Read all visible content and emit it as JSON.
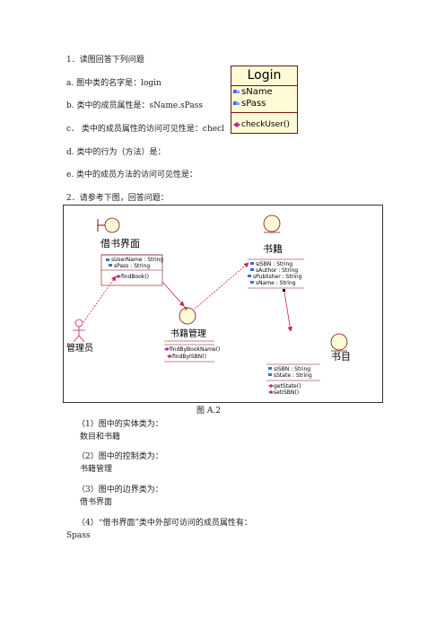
{
  "q1": {
    "title": "1．读图回答下列问题",
    "a": "a.    图中类的名字是：login",
    "b": "b.    类中的成员属性是：sName.sPass",
    "c": "c．  类中的成员属性的访问可见性是：checl",
    "d": "d.    类中的行为（方法）是：",
    "e": "e.    类中的成员方法的访问可见性是："
  },
  "login_class": {
    "name": "Login",
    "attributes": [
      "sName",
      "sPass"
    ],
    "operations": [
      "checkUser()"
    ]
  },
  "q2": {
    "title": "2．请参考下图，回答问题："
  },
  "figure": {
    "caption": "图 A.2",
    "boundary": {
      "name": "借书界面",
      "attributes": [
        "sUserName : String",
        "sPass : String"
      ],
      "operations": [
        "findBook()"
      ]
    },
    "control": {
      "name": "书籍管理",
      "operations": [
        "findByBookName()",
        "findByISBN()"
      ]
    },
    "entity_book": {
      "name": "书籍",
      "attributes": [
        "sISBN : String",
        "sAuthor : String",
        "sPublisher : String",
        "sName : String"
      ]
    },
    "entity_item": {
      "name": "书目",
      "attributes": [
        "sISBN : String",
        "sState : String"
      ],
      "operations": [
        "getState()",
        "setISBN()"
      ]
    },
    "actor": {
      "name": "管理员"
    }
  },
  "answers": [
    {
      "q": "（1）图中的实体类为：",
      "a": "数目和书籍"
    },
    {
      "q": "（2）图中的控制类为：",
      "a": "书籍管理"
    },
    {
      "q": "（3）图中的边界类为：",
      "a": "借书界面"
    },
    {
      "q": "（4）“借书界面”类中外部可访问的成员属性有：",
      "a": "Spass"
    }
  ],
  "colors": {
    "uml_line": "#7a1010",
    "uml_fill": "#fdfbd6",
    "arrow": "#cc2255"
  }
}
